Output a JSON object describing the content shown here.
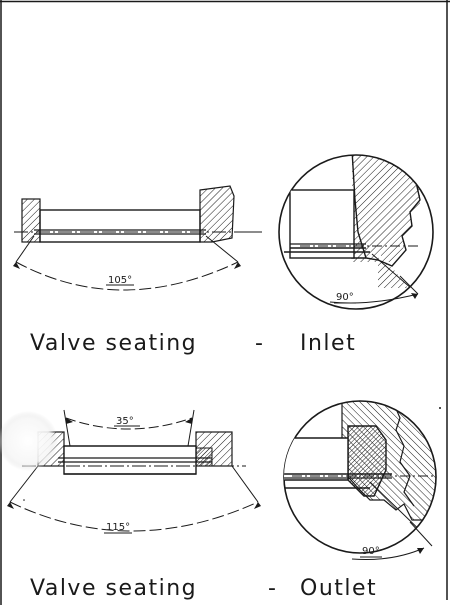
{
  "inlet": {
    "caption_name": "Valve seating",
    "caption_dash": "-",
    "caption_side": "Inlet",
    "seat_angle": "105°",
    "detail_angle": "90°"
  },
  "outlet": {
    "caption_name": "Valve seating",
    "caption_dash": "-",
    "caption_side": "Outlet",
    "inner_angle": "35°",
    "seat_angle": "115°",
    "detail_angle": "90°"
  }
}
